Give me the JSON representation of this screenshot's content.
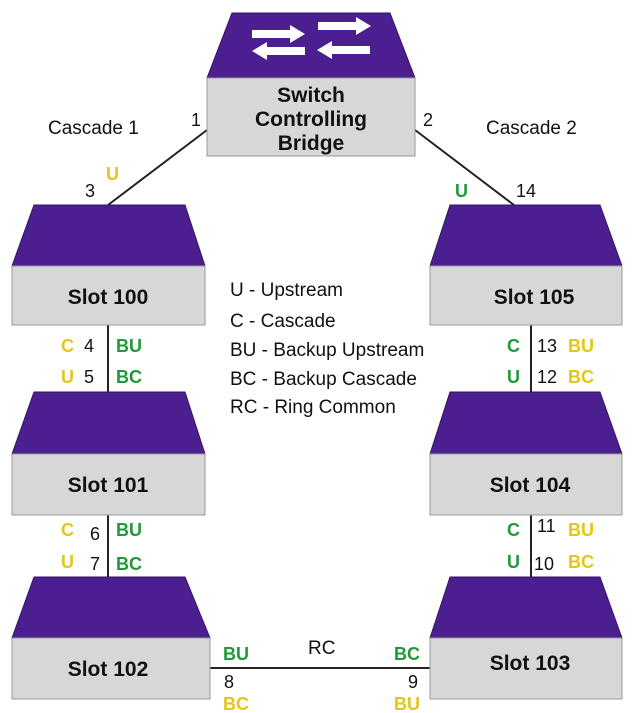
{
  "colors": {
    "device_top": "#4b1f8f",
    "device_top_dark": "#341566",
    "device_body": "#d7d7d7",
    "device_border": "#9a9a9a",
    "upstream_code": "#e3c51c",
    "backup_code": "#1f9a3a",
    "line": "#222222"
  },
  "bridge": {
    "label_line1": "Switch",
    "label_line2": "Controlling",
    "label_line3": "Bridge"
  },
  "cascades": {
    "cascade1": "Cascade 1",
    "cascade2": "Cascade 2"
  },
  "slots": {
    "s100": "Slot 100",
    "s101": "Slot 101",
    "s102": "Slot 102",
    "s103": "Slot 103",
    "s104": "Slot 104",
    "s105": "Slot 105"
  },
  "ports": {
    "p1": "1",
    "p2": "2",
    "p3": "3",
    "p4": "4",
    "p5": "5",
    "p6": "6",
    "p7": "7",
    "p8": "8",
    "p9": "9",
    "p10": "10",
    "p11": "11",
    "p12": "12",
    "p13": "13",
    "p14": "14"
  },
  "codes": {
    "U": "U",
    "C": "C",
    "BU": "BU",
    "BC": "BC"
  },
  "ring_label": "RC",
  "legend": [
    "U - Upstream",
    "C - Cascade",
    "BU - Backup Upstream",
    "BC - Backup Cascade",
    "RC - Ring Common"
  ]
}
